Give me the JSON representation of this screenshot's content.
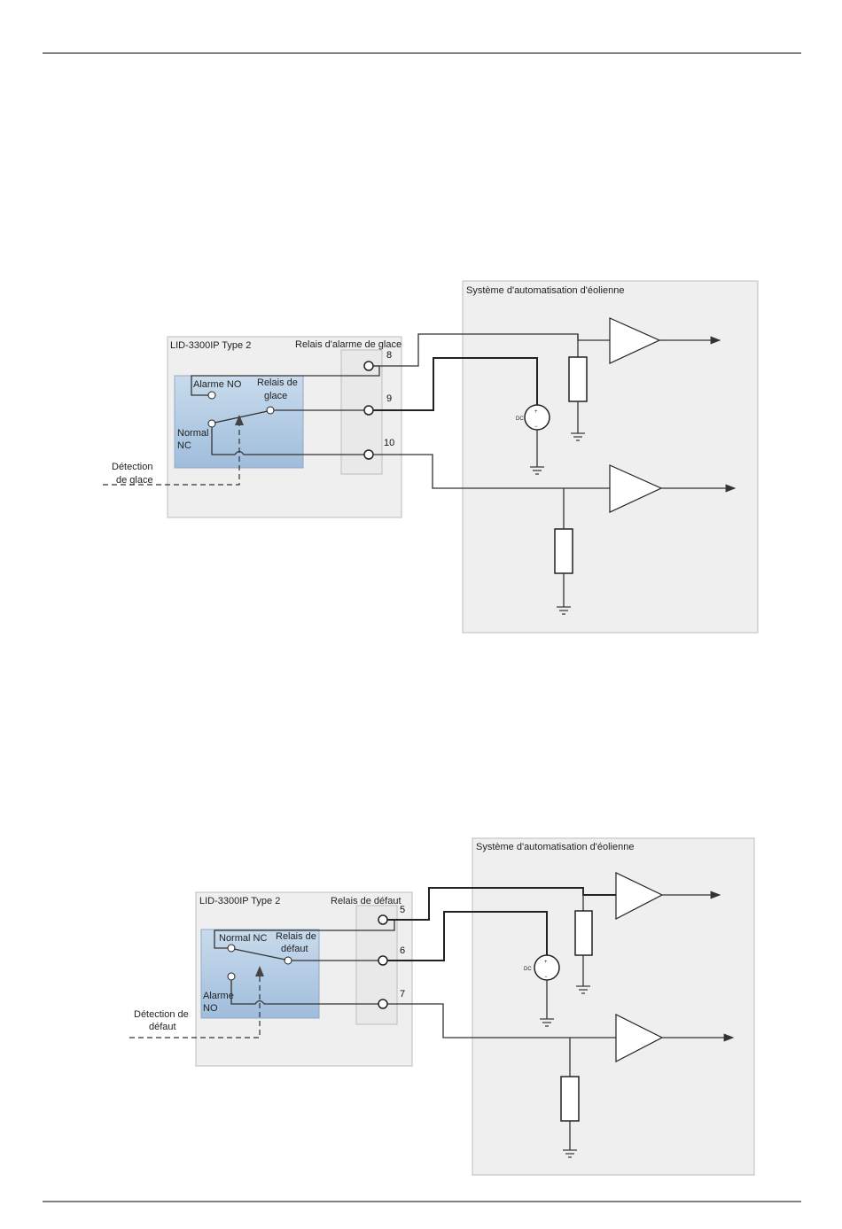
{
  "colors": {
    "page_background": "#ffffff",
    "rule": "#000000",
    "panel_fill": "#efefef",
    "panel_border": "#bdbdbd",
    "relay_fill_top": "#c7d8ea",
    "relay_fill_bottom": "#a3c0de",
    "wire": "#333333"
  },
  "diagram1": {
    "system_title": "Système d'automatisation d'éolienne",
    "device_title": "LID-3300IP Type 2",
    "relay_group_title": "Relais d'alarme de glace",
    "relay_label_line1": "Relais de",
    "relay_label_line2": "glace",
    "contact_no_label": "Alarme NO",
    "contact_nc_line1": "Normal",
    "contact_nc_line2": "NC",
    "detection_line1": "Détection",
    "detection_line2": "de glace",
    "pins": [
      "8",
      "9",
      "10"
    ],
    "dc_source_label": "DC",
    "source_plus": "+",
    "source_minus": "−"
  },
  "diagram2": {
    "system_title": "Système d'automatisation d'éolienne",
    "device_title": "LID-3300IP Type 2",
    "relay_group_title": "Relais de défaut",
    "relay_label_line1": "Relais de",
    "relay_label_line2": "défaut",
    "contact_nc_label": "Normal NC",
    "contact_no_line1": "Alarme",
    "contact_no_line2": "NO",
    "detection_line1": "Détection de",
    "detection_line2": "défaut",
    "pins": [
      "5",
      "6",
      "7"
    ],
    "dc_source_label": "DC",
    "source_plus": "+",
    "source_minus": "−"
  }
}
